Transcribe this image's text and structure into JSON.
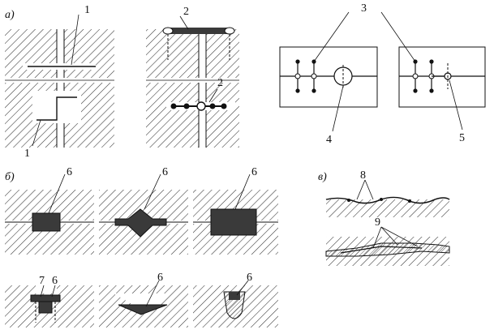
{
  "sections": {
    "a": "а)",
    "b": "б)",
    "c": "в)"
  },
  "callouts": {
    "n1": "1",
    "n2": "2",
    "n3": "3",
    "n4": "4",
    "n5": "5",
    "n6": "6",
    "n7": "7",
    "n8": "8",
    "n9": "9"
  },
  "colors": {
    "ink": "#111111",
    "hatch": "#333333",
    "fill": "#3a3a3a"
  }
}
